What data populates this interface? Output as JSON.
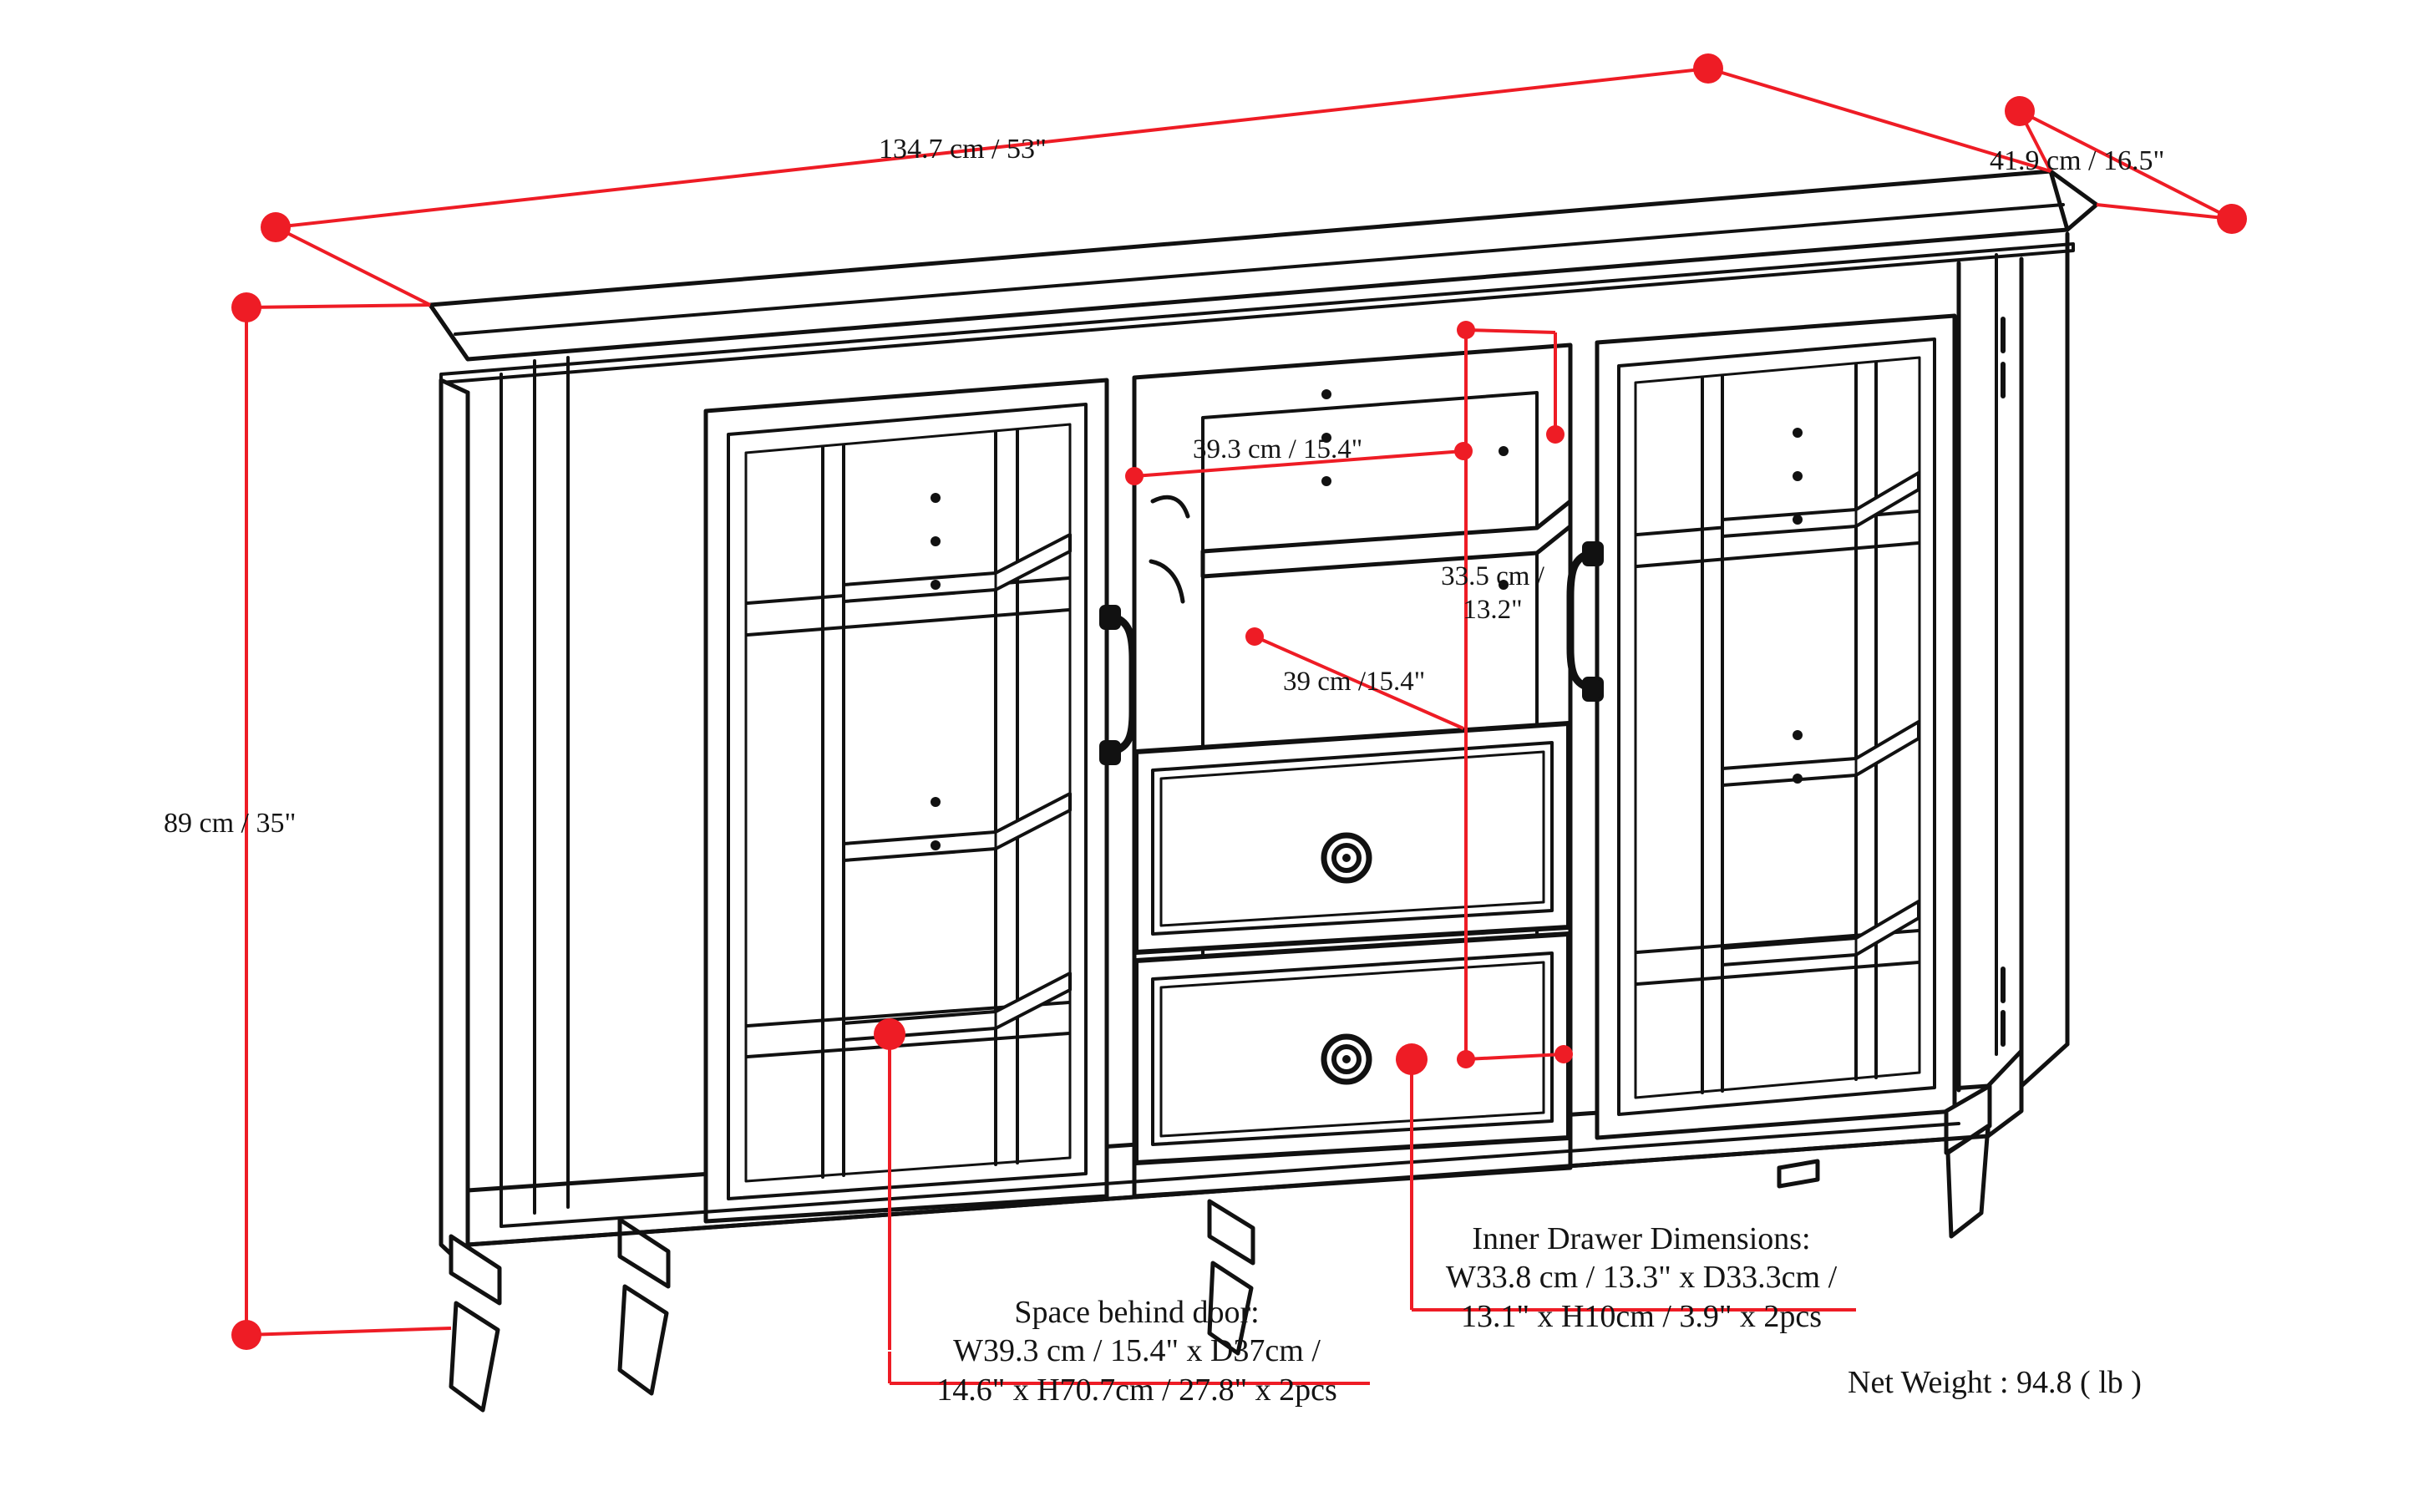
{
  "diagram": {
    "type": "furniture-dimension-drawing",
    "subject": "TV media console / cabinet with two glass doors and two drawers",
    "accent_color": "#ee1c25",
    "line_color": "#111111",
    "background": "#ffffff"
  },
  "overall_dimensions": {
    "width": "134.7 cm / 53\"",
    "depth": "41.9 cm / 16.5\"",
    "height": "89 cm / 35\""
  },
  "interior_dimensions": {
    "top_shelf_width": "39.3 cm / 15.4\"",
    "shelf_gap_height_line1": "33.5 cm /",
    "shelf_gap_height_line2": "13.2\"",
    "lower_shelf_width": "39 cm /15.4\""
  },
  "callouts": {
    "space_behind_door": {
      "line1": "Space behind door:",
      "line2": "W39.3 cm / 15.4\" x D37cm /",
      "line3": "14.6\" x H70.7cm / 27.8\" x 2pcs"
    },
    "inner_drawer": {
      "line1": "Inner Drawer Dimensions:",
      "line2": "W33.8 cm / 13.3\" x D33.3cm /",
      "line3": "13.1\" x H10cm / 3.9\" x 2pcs"
    }
  },
  "net_weight": "Net Weight : 94.8 ( lb )",
  "parts": {
    "left_door": "left-glass-door",
    "right_door": "right-glass-door",
    "top_drawer": "top-drawer",
    "bottom_drawer": "bottom-drawer",
    "upper_shelf": "upper-center-shelf",
    "lower_shelf": "lower-center-shelf",
    "legs": "tapered-legs"
  }
}
